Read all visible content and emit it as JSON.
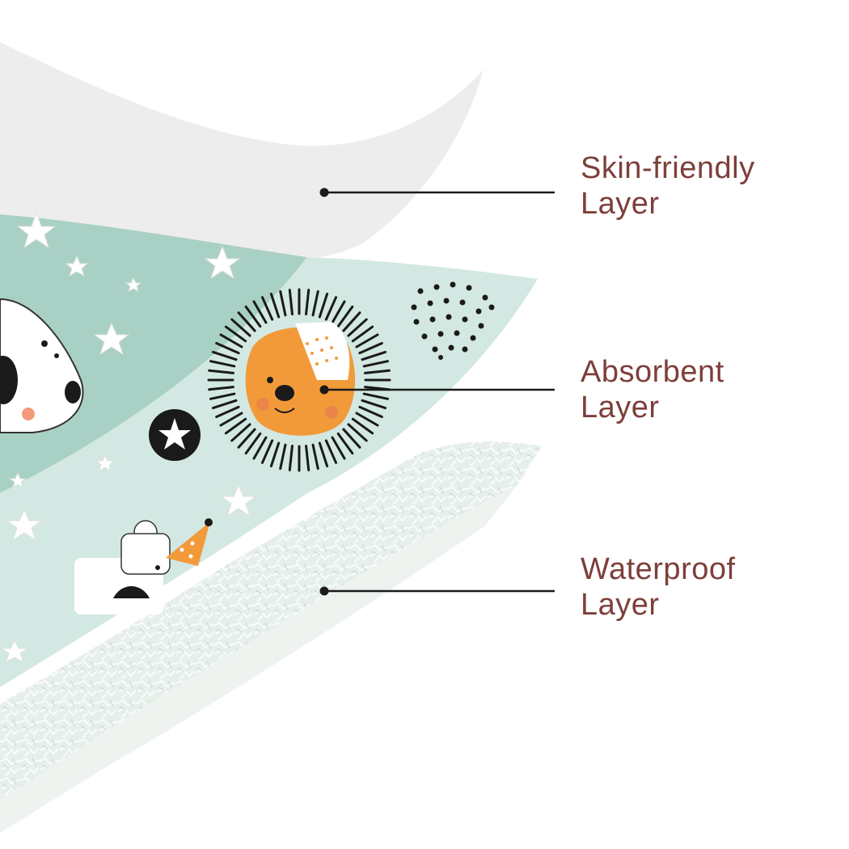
{
  "callouts": [
    {
      "line1": "Skin-friendly",
      "line2": "Layer"
    },
    {
      "line1": "Absorbent",
      "line2": "Layer"
    },
    {
      "line1": "Waterproof",
      "line2": "Layer"
    }
  ],
  "colors": {
    "label_text": "#7d3f3a",
    "leader_line": "#1a1a1a",
    "top_layer": "#ececec",
    "absorbent_layer": "#d3e8e2",
    "absorbent_dark": "#a9d0c5",
    "waterproof_layer": "#e2ece7",
    "lion_face": "#f29a3a"
  },
  "icons": [
    "lion-icon",
    "bear-icon",
    "star-icon",
    "dots-icon",
    "mouse-icon"
  ]
}
